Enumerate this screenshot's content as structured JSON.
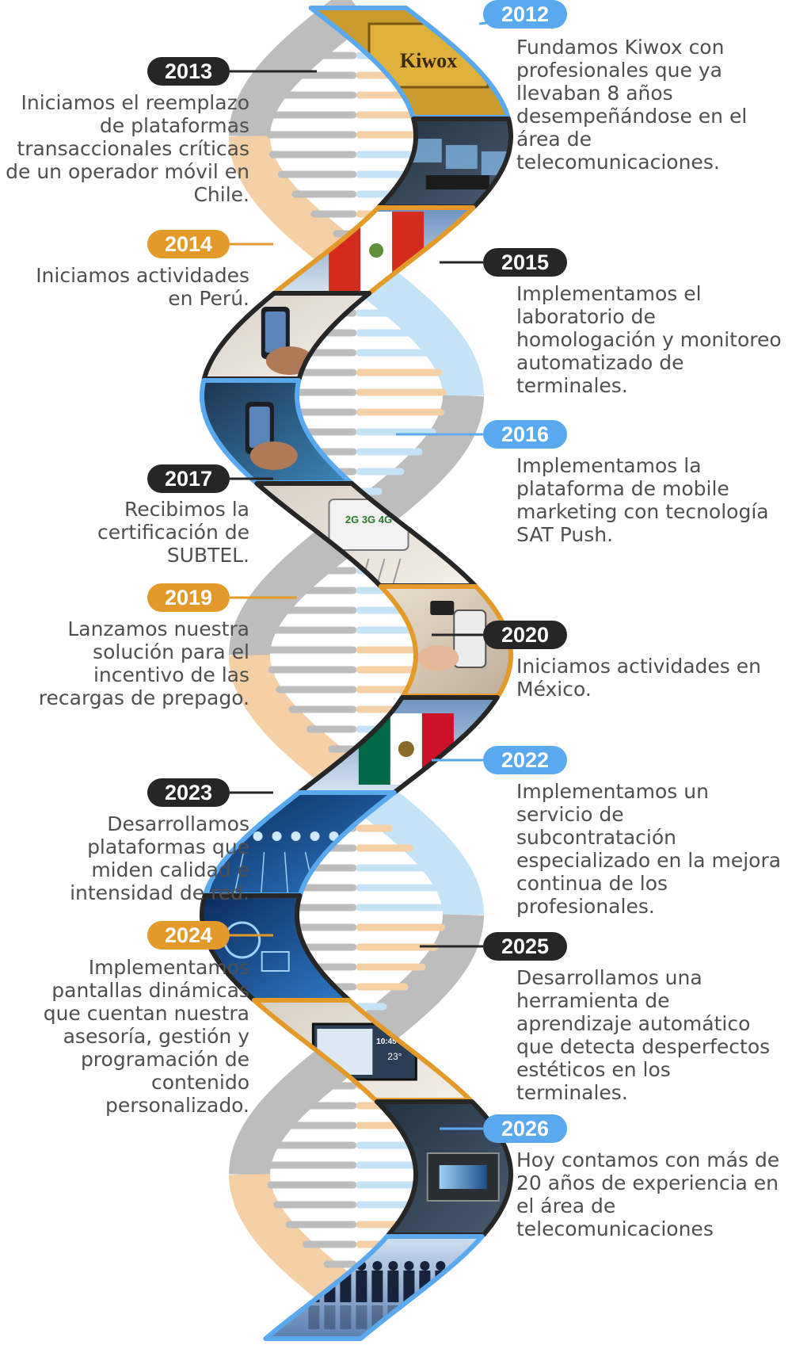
{
  "colors": {
    "dark": "#262626",
    "orange": "#e39a2a",
    "blue": "#5aa9ef",
    "text": "#4f4f4f",
    "strand_gray": "#bdbdbd",
    "strand_peach": "#f5cfa6",
    "strand_lightblue": "#c5e3f7"
  },
  "events": [
    {
      "year": "2012",
      "text": "Fundamos Kiwox con profesionales que ya llevaban 8 años desempeñándose en el área de telecomunicaciones.",
      "badge_color": "blue",
      "side": "right",
      "photo": "kiwox-sign-photo",
      "logo_text": "Kiwox"
    },
    {
      "year": "2013",
      "text": "Iniciamos el reemplazo de plataformas transaccionales críticas de un operador móvil en Chile.",
      "badge_color": "dark",
      "side": "left",
      "photo": "computer-monitors-photo"
    },
    {
      "year": "2014",
      "text": "Iniciamos actividades en Perú.",
      "badge_color": "orange",
      "side": "left",
      "photo": "peru-flag-photo"
    },
    {
      "year": "2015",
      "text": "Implementamos el laboratorio de homologación y monitoreo automatizado de terminales.",
      "badge_color": "dark",
      "side": "right",
      "photo": "phone-testing-photo"
    },
    {
      "year": "2016",
      "text": "Implementamos la plataforma de mobile marketing con tecnología SAT Push.",
      "badge_color": "blue",
      "side": "right",
      "photo": "smartphone-hand-photo"
    },
    {
      "year": "2017",
      "text": "Recibimos la certificación de SUBTEL.",
      "badge_color": "dark",
      "side": "left",
      "photo": "tablet-network-photo",
      "tablet_text": "2G 3G 4G"
    },
    {
      "year": "2019",
      "text": "Lanzamos nuestra solución para el incentivo de las recargas de prepago.",
      "badge_color": "orange",
      "side": "left",
      "photo": "phone-card-photo"
    },
    {
      "year": "2020",
      "text": "Iniciamos actividades en México.",
      "badge_color": "dark",
      "side": "right",
      "photo": "mexico-flag-photo"
    },
    {
      "year": "2022",
      "text": "Implementamos un servicio de subcontratación especializado en la mejora continua de los profesionales.",
      "badge_color": "blue",
      "side": "right",
      "photo": "digital-people-photo"
    },
    {
      "year": "2023",
      "text": "Desarrollamos plataformas que miden calidad e intensidad de red.",
      "badge_color": "dark",
      "side": "left",
      "photo": "network-analytics-photo"
    },
    {
      "year": "2024",
      "text": "Implementamos pantallas dinámicas que cuentan nuestra asesoría, gestión y programación de contenido personalizado.",
      "badge_color": "orange",
      "side": "left",
      "photo": "digital-screen-photo",
      "screen_time": "10:45 A.M",
      "screen_temp": "23°"
    },
    {
      "year": "2025",
      "text": "Desarrollamos una herramienta de aprendizaje automático que detecta desperfectos estéticos en los terminales.",
      "badge_color": "dark",
      "side": "right",
      "photo": "inspection-machine-photo"
    },
    {
      "year": "2026",
      "text": "Hoy contamos con más de 20 años de experiencia en el área de telecomunicaciones",
      "badge_color": "blue",
      "side": "right",
      "photo": "team-silhouettes-photo"
    }
  ]
}
